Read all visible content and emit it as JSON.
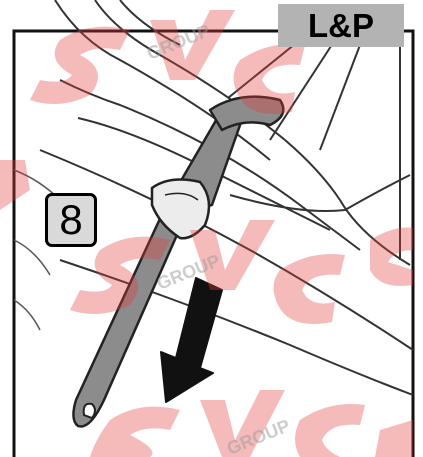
{
  "brand_label": "L&P",
  "step_number": "8",
  "watermark": {
    "logo_text": "SVC",
    "sub_text": "GROUP",
    "color": "#e23b3b"
  },
  "colors": {
    "strap": "#8c8c8c",
    "strap_outline": "#222222",
    "line_art": "#333333",
    "label_bg": "#b3b3b3",
    "badge_bg": "#d9d9d9"
  },
  "icons": [
    "down-left-arrow-icon"
  ]
}
